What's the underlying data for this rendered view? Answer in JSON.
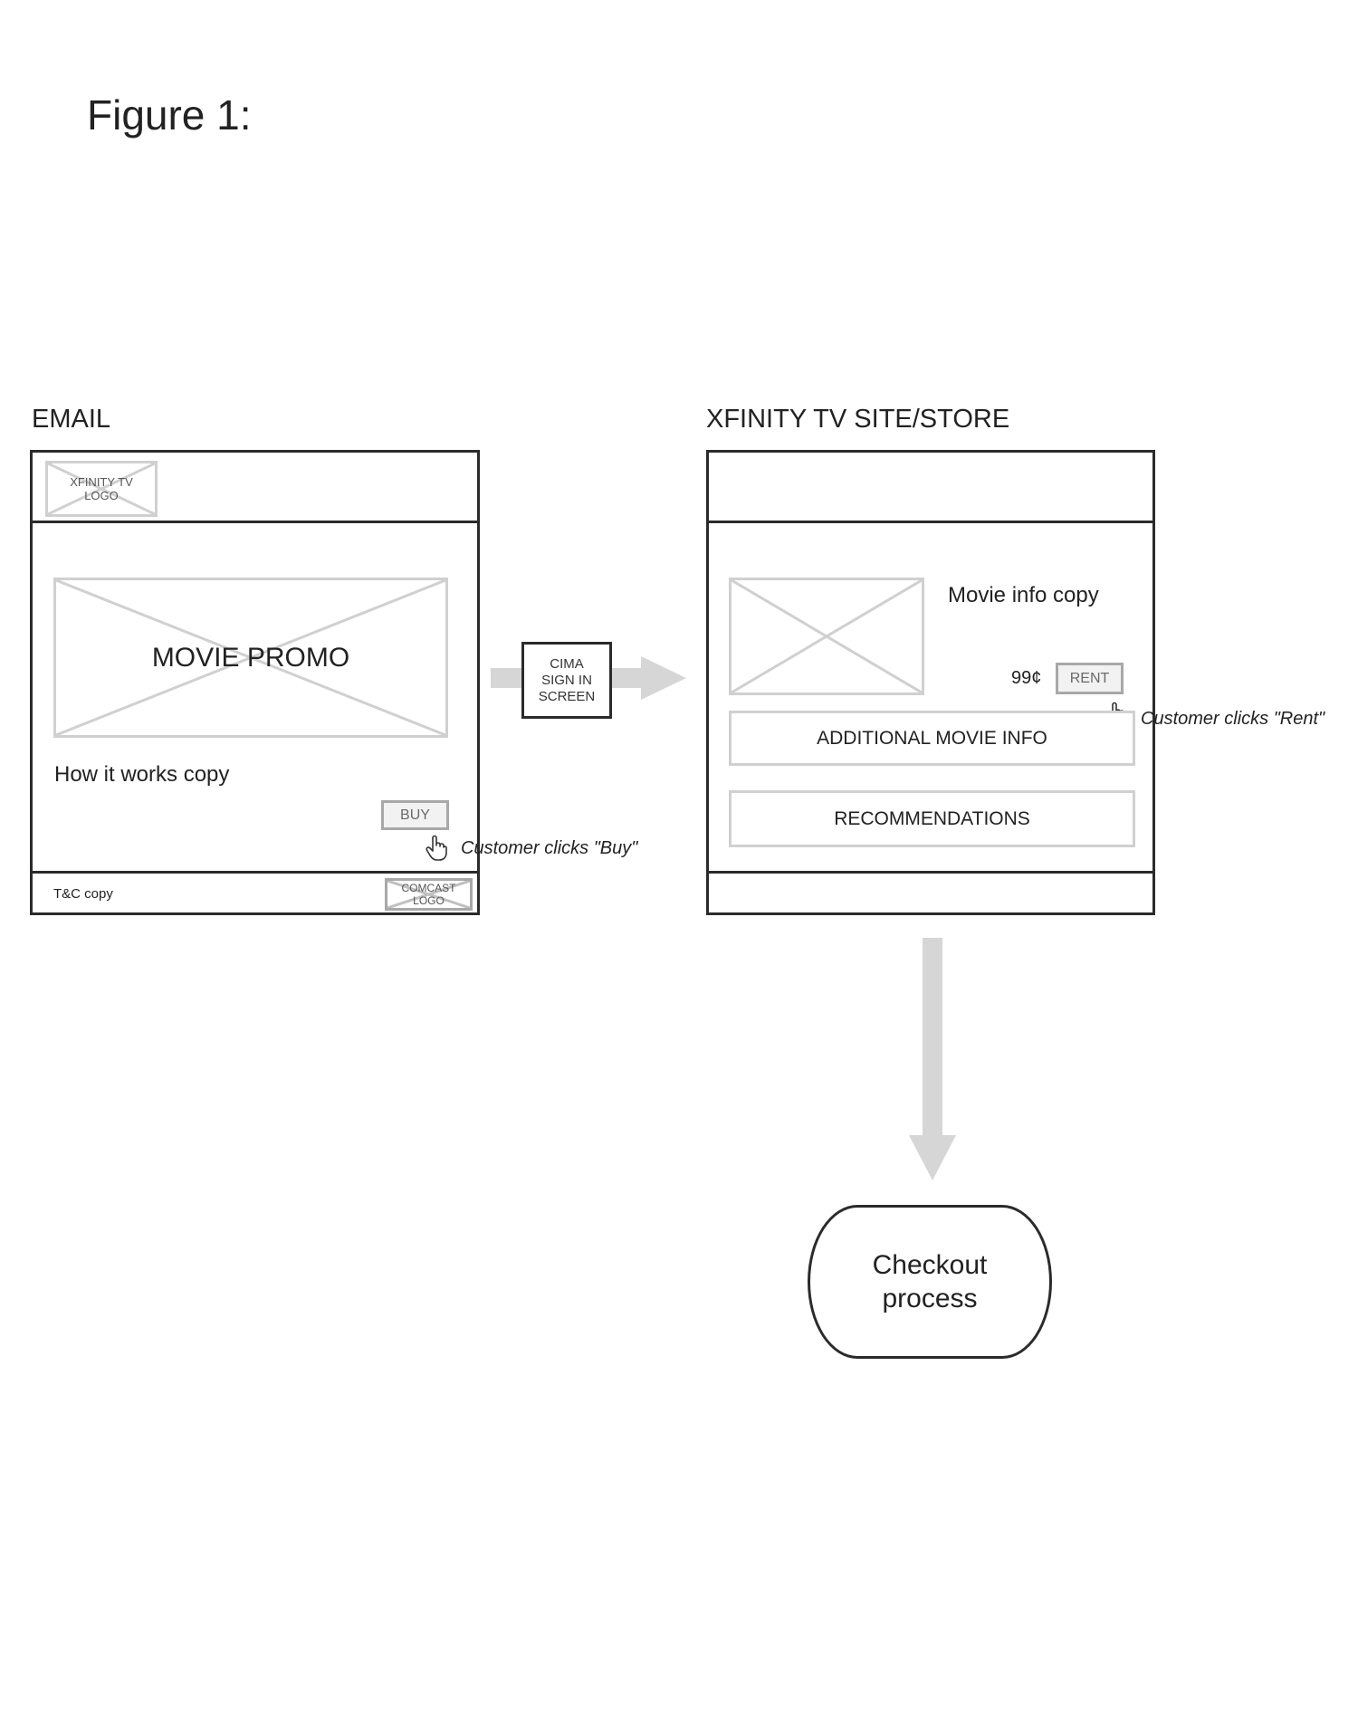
{
  "figure": {
    "title": "Figure 1:"
  },
  "email": {
    "heading": "EMAIL",
    "logo_line1": "XFINITY TV",
    "logo_line2": "LOGO",
    "promo": "MOVIE PROMO",
    "how_it_works": "How it works copy",
    "buy_label": "BUY",
    "buy_annotation": "Customer clicks \"Buy\"",
    "tc_copy": "T&C copy",
    "comcast_line1": "COMCAST",
    "comcast_line2": "LOGO"
  },
  "cima": {
    "line1": "CIMA",
    "line2": "SIGN IN",
    "line3": "SCREEN"
  },
  "store": {
    "heading": "XFINITY TV SITE/STORE",
    "movie_info": "Movie info copy",
    "price": "99¢",
    "rent_label": "RENT",
    "rent_annotation": "Customer clicks \"Rent\"",
    "additional_info": "ADDITIONAL MOVIE INFO",
    "recommendations": "RECOMMENDATIONS"
  },
  "checkout": {
    "line1": "Checkout",
    "line2": "process"
  },
  "colors": {
    "frame": "#2b2b2b",
    "placeholder": "#d0d0d0",
    "arrow": "#d6d6d6",
    "button_border": "#a8a8a8"
  }
}
